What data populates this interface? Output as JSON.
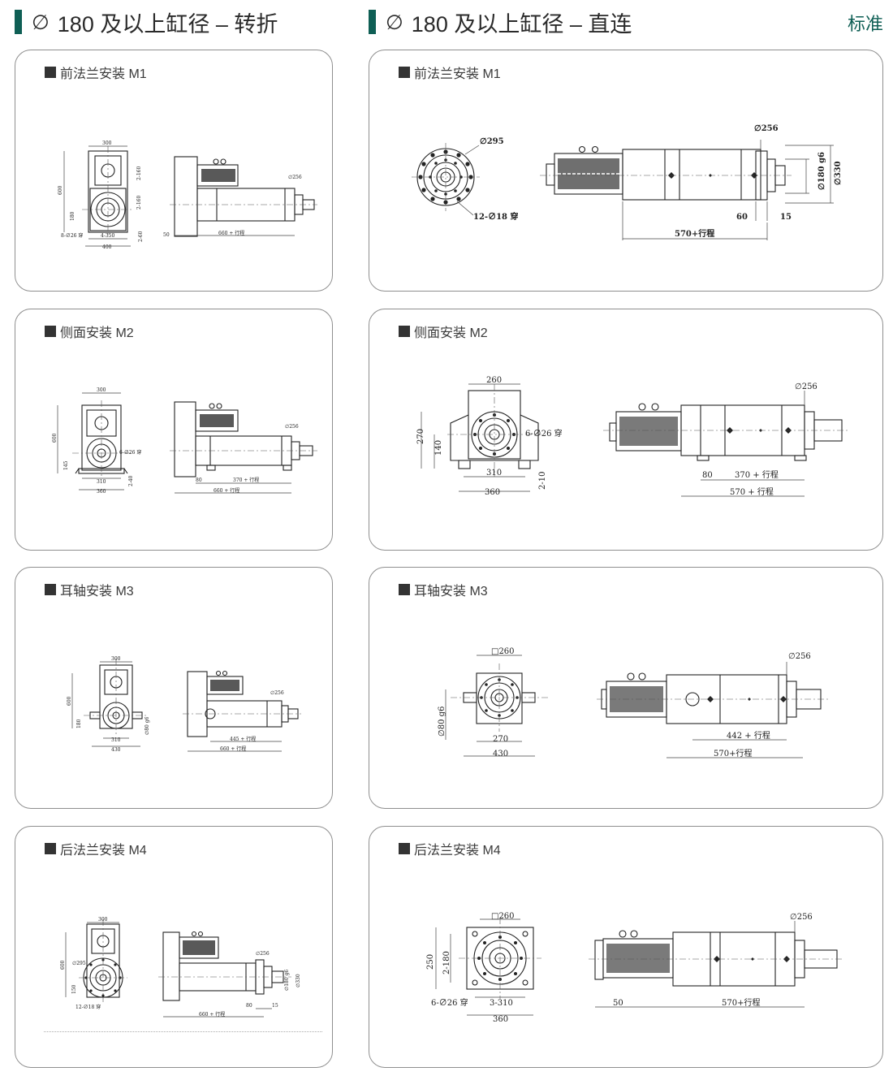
{
  "header": {
    "left_symbol": "∅",
    "left_title": "180 及以上缸径 – 转折",
    "right_symbol": "∅",
    "right_title": "180 及以上缸径 – 直连",
    "tag": "标准"
  },
  "panels": {
    "L1": {
      "label": "前法兰安装 M1",
      "dims": [
        "300",
        "2-160",
        "2-160",
        "600",
        "180",
        "8-∅26 穿",
        "4-350",
        "400",
        "2-60",
        "50",
        "660 + 行程",
        "∅256"
      ]
    },
    "R1": {
      "label": "前法兰安装 M1",
      "dims": [
        "∅295",
        "12-∅18 穿",
        "∅256",
        "∅180 g6",
        "∅330",
        "60",
        "15",
        "570+行程"
      ]
    },
    "L2": {
      "label": "侧面安装 M2",
      "dims": [
        "300",
        "600",
        "145",
        "6-∅26 穿",
        "310",
        "360",
        "2-40",
        "∅256",
        "80",
        "370 + 行程",
        "660 + 行程"
      ]
    },
    "R2": {
      "label": "侧面安装 M2",
      "dims": [
        "260",
        "270",
        "140",
        "6-∅26 穿",
        "310",
        "360",
        "2-10",
        "∅256",
        "80",
        "370 + 行程",
        "570 + 行程"
      ]
    },
    "L3": {
      "label": "耳轴安装 M3",
      "dims": [
        "300",
        "600",
        "180",
        "310",
        "430",
        "∅80 g6",
        "∅256",
        "445 + 行程",
        "660 + 行程"
      ]
    },
    "R3": {
      "label": "耳轴安装 M3",
      "dims": [
        "□260",
        "∅80 g6",
        "270",
        "430",
        "∅256",
        "442 + 行程",
        "570+行程"
      ]
    },
    "L4": {
      "label": "后法兰安装 M4",
      "dims": [
        "300",
        "∅295",
        "600",
        "150",
        "12-∅18 穿",
        "∅256",
        "∅180 g6",
        "∅330",
        "80",
        "15",
        "660 + 行程"
      ]
    },
    "R4": {
      "label": "后法兰安装 M4",
      "dims": [
        "□260",
        "250",
        "2-180",
        "6-∅26 穿",
        "3-310",
        "360",
        "∅256",
        "50",
        "570+行程"
      ]
    }
  }
}
